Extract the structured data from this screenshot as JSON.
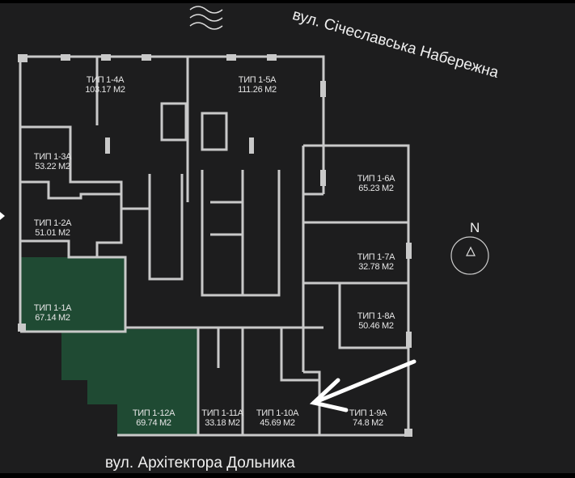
{
  "streets": {
    "top": "вул. Січеславська Набережна",
    "bottom": "вул. Архітектора Дольника"
  },
  "compass": {
    "label": "N"
  },
  "colors": {
    "background": "#1d1d1e",
    "walls": "#c9c9c9",
    "highlight": "#1f4a33",
    "arrow": "#ffffff"
  },
  "units": [
    {
      "type": "ТИП 1-4А",
      "area": "103.17 М2",
      "highlighted": false
    },
    {
      "type": "ТИП 1-5А",
      "area": "111.26 М2",
      "highlighted": false
    },
    {
      "type": "ТИП 1-3А",
      "area": "53.22 М2",
      "highlighted": false
    },
    {
      "type": "ТИП 1-2А",
      "area": "51.01 М2",
      "highlighted": false
    },
    {
      "type": "ТИП 1-1А",
      "area": "67.14 М2",
      "highlighted": true
    },
    {
      "type": "ТИП 1-6А",
      "area": "65.23 М2",
      "highlighted": false
    },
    {
      "type": "ТИП 1-7А",
      "area": "32.78 М2",
      "highlighted": false
    },
    {
      "type": "ТИП 1-8А",
      "area": "50.46 М2",
      "highlighted": false
    },
    {
      "type": "ТИП 1-9А",
      "area": "74.8 М2",
      "highlighted": false
    },
    {
      "type": "ТИП 1-10А",
      "area": "45.69 М2",
      "highlighted": false
    },
    {
      "type": "ТИП 1-11А",
      "area": "33.18 М2",
      "highlighted": false
    },
    {
      "type": "ТИП 1-12А",
      "area": "69.74 М2",
      "highlighted": true
    }
  ]
}
